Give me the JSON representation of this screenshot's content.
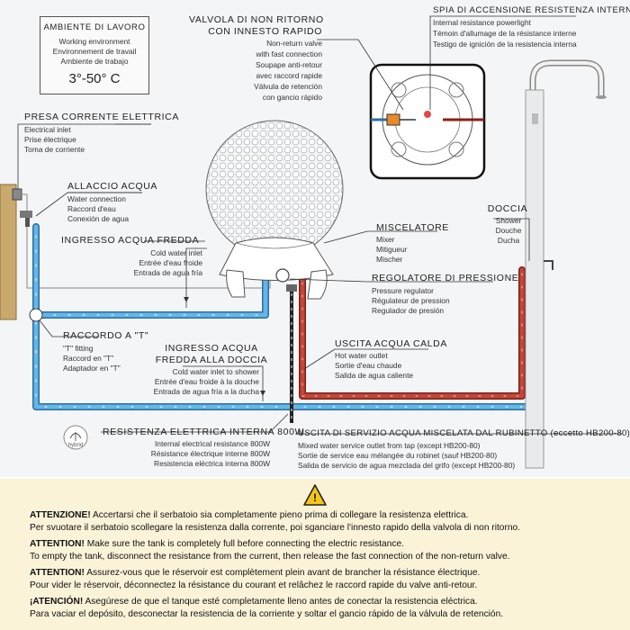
{
  "colors": {
    "cold_pipe": "#4fa3d9",
    "hot_pipe": "#b33a2c",
    "warning_bg": "#fbf3d8",
    "diagram_bg": "#f4f5f7",
    "valve_accent": "#e8892a"
  },
  "labels": {
    "ambiente": {
      "title": "AMBIENTE DI LAVORO",
      "lines": [
        "Working environment",
        "Environnement de travail",
        "Ambiente de trabajo"
      ],
      "range": "3°-50° C"
    },
    "valvola": {
      "title_l1": "VALVOLA DI NON RITORNO",
      "title_l2": "CON INNESTO RAPIDO",
      "lines": [
        "Non-return valve",
        "with fast connection",
        "Soupape anti-retour",
        "avec raccord rapide",
        "Válvula de retención",
        "con gancio rápido"
      ]
    },
    "spia": {
      "title": "SPIA DI ACCENSIONE RESISTENZA INTERNA",
      "lines": [
        "Internal resistance powerlight",
        "Témoin d'allumage de la résistance interne",
        "Testigo de ignición de la resistencia interna"
      ]
    },
    "presa": {
      "title": "PRESA CORRENTE ELETTRICA",
      "lines": [
        "Electrical inlet",
        "Prise électrique",
        "Toma de corriente"
      ]
    },
    "allaccio": {
      "title": "ALLACCIO ACQUA",
      "lines": [
        "Water connection",
        "Raccord d'eau",
        "Conexión de agua"
      ]
    },
    "ingresso_fredda": {
      "title": "INGRESSO ACQUA FREDDA",
      "lines": [
        "Cold water inlet",
        "Entrée d'eau froide",
        "Entrada de agua fría"
      ]
    },
    "doccia": {
      "title": "DOCCIA",
      "lines": [
        "Shower",
        "Douche",
        "Ducha"
      ]
    },
    "miscelatore": {
      "title": "MISCELATORE",
      "lines": [
        "Mixer",
        "Mitigueur",
        "Mischer"
      ]
    },
    "regolatore": {
      "title": "REGOLATORE DI PRESSIONE",
      "lines": [
        "Pressure regulator",
        "Régulateur de pression",
        "Regulador de presión"
      ]
    },
    "raccordo": {
      "title": "RACCORDO A \"T\"",
      "lines": [
        "\"T\" fitting",
        "Raccord en \"T\"",
        "Adaptador en \"T\""
      ]
    },
    "ingresso_doccia": {
      "title_l1": "INGRESSO ACQUA",
      "title_l2": "FREDDA ALLA DOCCIA",
      "lines": [
        "Cold water inlet to shower",
        "Entrée d'eau froide à la douche",
        "Entrada de agua fría a la ducha"
      ]
    },
    "uscita_calda": {
      "title": "USCITA ACQUA CALDA",
      "lines": [
        "Hot water outlet",
        "Sortie d'eau chaude",
        "Salida de agua caliente"
      ]
    },
    "resistenza": {
      "title": "RESISTENZA ELETTRICA INTERNA 800W",
      "lines": [
        "Internal electrical resistance 800W",
        "Résistance électrique interne 800W",
        "Resistencia eléctrica interna 800W"
      ],
      "logo_text": "hybrid"
    },
    "uscita_servizio": {
      "title": "USCITA DI SERVIZIO ACQUA MISCELATA DAL RUBINETTO (eccetto HB200-80)",
      "lines": [
        "Mixed water service outlet from tap (except HB200-80)",
        "Sortie de service eau mélangée du robinet (sauf HB200-80)",
        "Salida de servicio de agua mezclada del grifo (except HB200-80)"
      ]
    }
  },
  "warning": {
    "icon": "warning-triangle-icon",
    "icon_glyph": "!",
    "it_head": "ATTENZIONE!",
    "it_l1": " Accertarsi che il serbatoio sia completamente pieno prima di collegare la resistenza elettrica.",
    "it_l2": "Per svuotare il serbatoio scollegare la resistenza dalla corrente, poi sganciare l'innesto rapido della valvola di non ritorno.",
    "en_head": "ATTENTION!",
    "en_l1": " Make sure the tank is completely full before connecting the electric resistance.",
    "en_l2": "To empty the tank, disconnect the resistance from the current, then release the fast connection of the non-return valve.",
    "fr_head": "ATTENTION!",
    "fr_l1": " Assurez-vous que le réservoir est complètement plein avant de brancher la résistance électrique.",
    "fr_l2": "Pour vider le réservoir, déconnectez la résistance du courant et relâchez le raccord rapide du valve anti-retour.",
    "es_head": "¡ATENCIÓN!",
    "es_l1": " Asegúrese de que el tanque esté completamente lleno antes de conectar la resistencia eléctrica.",
    "es_l2": "Para vaciar el depósito, desconectar la resistencia de la corriente y soltar el gancio rápido de la válvula de retención."
  }
}
